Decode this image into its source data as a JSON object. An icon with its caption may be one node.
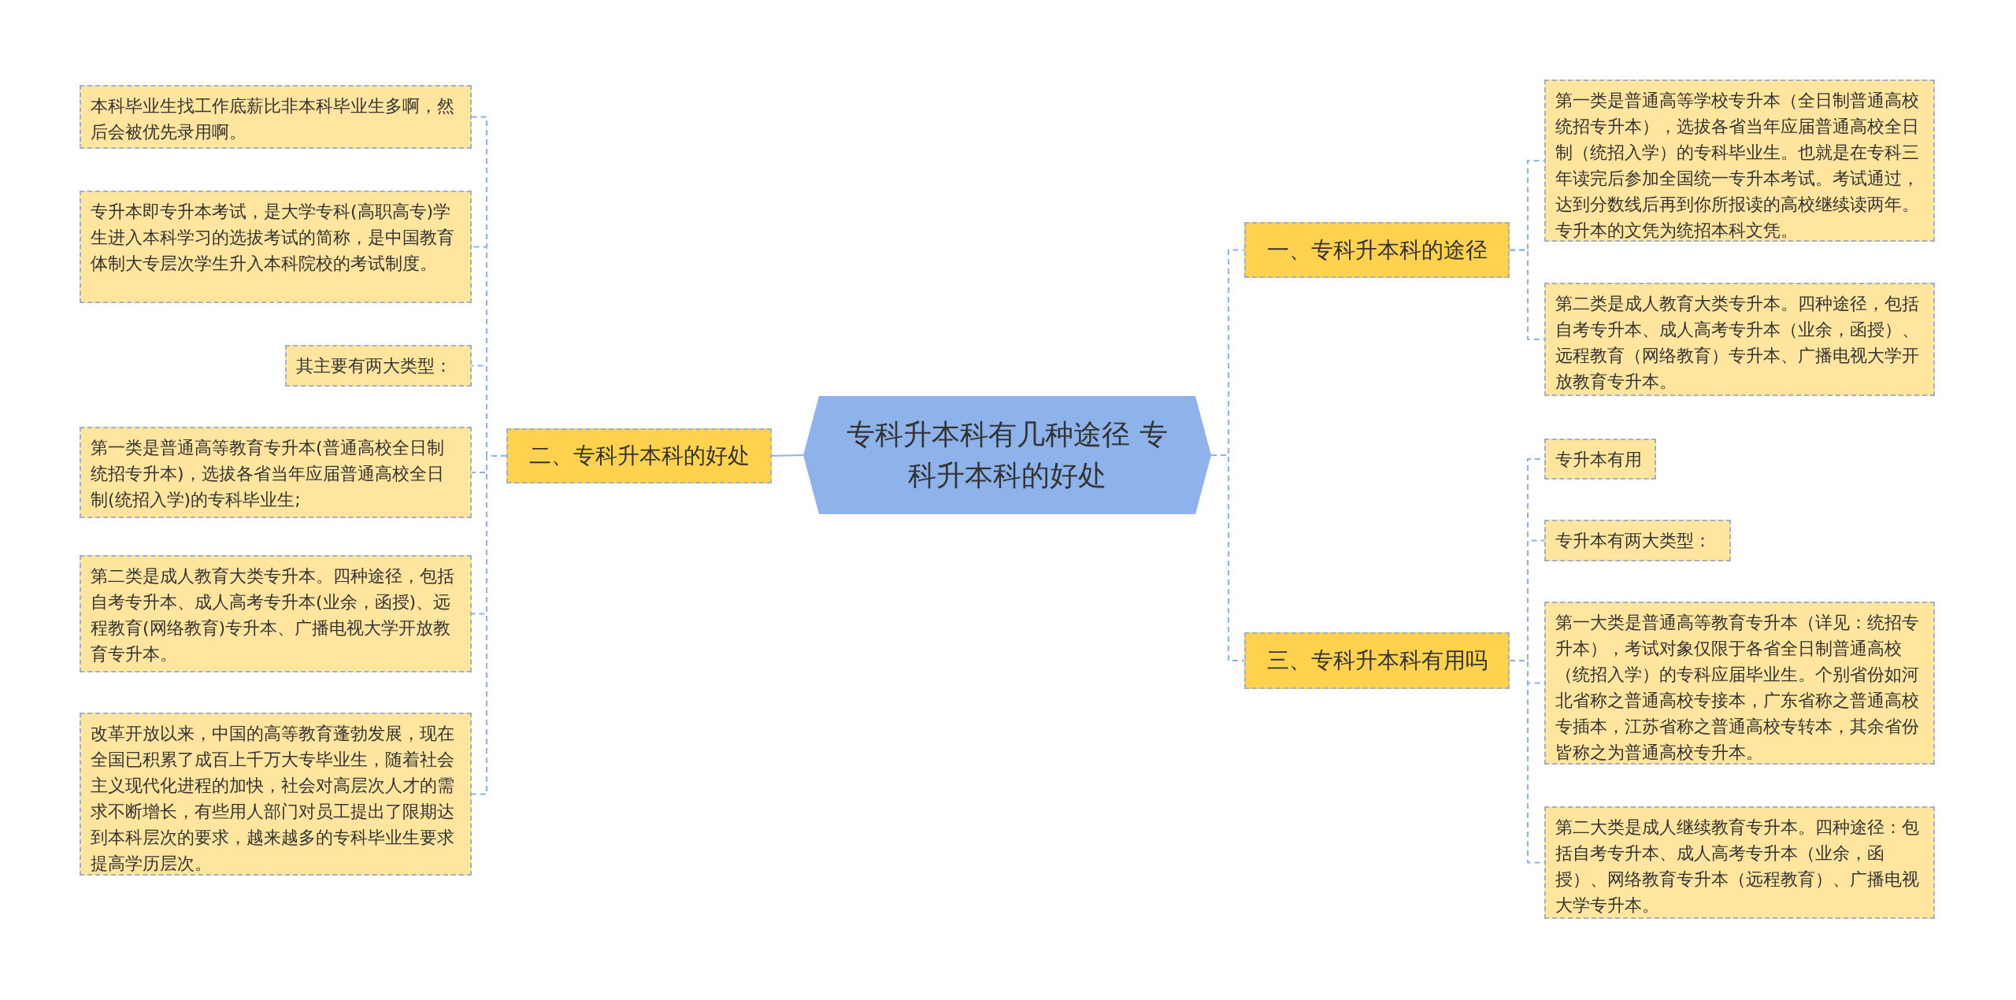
{
  "diagram": {
    "nodes": [
      {
        "text": [
          "专科升本科有几种途径 专科升本科的好处"
        ]
      },
      {
        "text": [
          "一、专科升本科的途径"
        ]
      },
      {
        "text": [
          "第一类是普通高等学校专升本（全日制普通高校统招专升本），选拔各省当年应届普通高校全日制（统招入学）的专科毕业生。也就是在专科三年读完后参加全国统一专升本考试。考试通过，达到分数线后再到你所报读的高校继续读两年。专升本的文凭为统招本科文凭。"
        ]
      },
      {
        "text": [
          "第二类是成人教育大类专升本。四种途径，包括自考专升本、成人高考专升本（业余，函授）、远程教育（网络教育）专升本、广播电视大学开放教育专升本。"
        ]
      },
      {
        "text": [
          "二、专科升本科的好处"
        ]
      },
      {
        "text": [
          "本科毕业生找工作底薪比非本科毕业生多啊，然后会被优先录用啊。"
        ]
      },
      {
        "text": [
          "专升本即专升本考试，是大学专科(高职高专)学生进入本科学习的选拔考试的简称，是中国教育体制大专层次学生升入本科院校的考试制度。"
        ]
      },
      {
        "text": [
          "其主要有两大类型："
        ]
      },
      {
        "text": [
          "第一类是普通高等教育专升本(普通高校全日制统招专升本)，选拔各省当年应届普通高校全日制(统招入学)的专科毕业生;"
        ]
      },
      {
        "text": [
          "第二类是成人教育大类专升本。四种途径，包括自考专升本、成人高考专升本(业余，函授)、远程教育(网络教育)专升本、广播电视大学开放教育专升本。"
        ]
      },
      {
        "text": [
          "改革开放以来，中国的高等教育蓬勃发展，现在全国已积累了成百上千万大专毕业生，随着社会主义现代化进程的加快，社会对高层次人才的需求不断增长，有些用人部门对员工提出了限期达到本科层次的要求，越来越多的专科毕业生要求提高学历层次。"
        ]
      },
      {
        "text": [
          "三、专科升本科有用吗"
        ]
      },
      {
        "text": [
          "专升本有用"
        ]
      },
      {
        "text": [
          "专升本有两大类型："
        ]
      },
      {
        "text": [
          "第一大类是普通高等教育专升本（详见：统招专升本），考试对象仅限于各省全日制普通高校（统招入学）的专科应届毕业生。个别省份如河北省称之普通高校专接本，广东省称之普通高校专插本，江苏省称之普通高校专转本，其余省份皆称之为普通高校专升本。"
        ]
      },
      {
        "text": [
          "第二大类是成人继续教育专升本。四种途径：包括自考专升本、成人高考专升本（业余，函授）、网络教育专升本（远程教育）、广播电视大学专升本。"
        ]
      }
    ],
    "edges": [
      {
        "from": 0,
        "to": 1,
        "arrow": "none",
        "style": "dashed"
      },
      {
        "from": 1,
        "to": 2,
        "arrow": "none",
        "style": "dashed"
      },
      {
        "from": 1,
        "to": 3,
        "arrow": "none",
        "style": "dashed"
      },
      {
        "from": 0,
        "to": 4,
        "arrow": "none"
      },
      {
        "from": 4,
        "to": 5,
        "arrow": "none",
        "style": "dashed"
      },
      {
        "from": 4,
        "to": 6,
        "arrow": "none",
        "style": "dashed"
      },
      {
        "from": 4,
        "to": 7,
        "arrow": "none",
        "style": "dashed"
      },
      {
        "from": 4,
        "to": 8,
        "arrow": "none",
        "style": "dashed"
      },
      {
        "from": 4,
        "to": 9,
        "arrow": "none",
        "style": "dashed"
      },
      {
        "from": 4,
        "to": 10,
        "arrow": "none",
        "style": "dashed"
      },
      {
        "from": 0,
        "to": 11,
        "arrow": "none",
        "style": "dashed"
      },
      {
        "from": 11,
        "to": 12,
        "arrow": "none",
        "style": "dashed"
      },
      {
        "from": 11,
        "to": 13,
        "arrow": "none",
        "style": "dashed"
      },
      {
        "from": 11,
        "to": 14,
        "arrow": "none",
        "style": "dashed"
      },
      {
        "from": 11,
        "to": 15,
        "arrow": "none",
        "style": "dashed"
      }
    ]
  }
}
